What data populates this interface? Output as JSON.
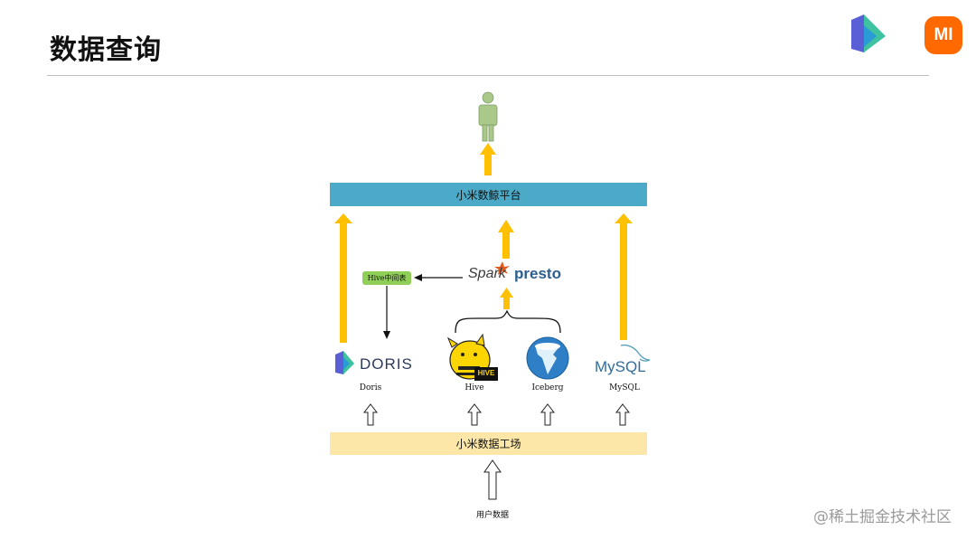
{
  "header": {
    "title": "数据查询",
    "xiaomi_logo_text": "MI"
  },
  "diagram": {
    "platform_bar": "小米数鲸平台",
    "factory_bar": "小米数据工场",
    "intermediate_badge": "Hive中间表",
    "engines": {
      "spark": "Spark",
      "presto": "presto"
    },
    "logos": {
      "doris": "DORIS",
      "hive": "HIVE",
      "mysql_my": "MySQL"
    },
    "sources": [
      "Doris",
      "Hive",
      "Iceberg",
      "MySQL"
    ],
    "user_data": "用户数据"
  },
  "watermark": "@稀土掘金技术社区",
  "colors": {
    "platform": "#4baac8",
    "factory": "#fce6a8",
    "arrow": "#ffc000",
    "badge": "#8fcf58",
    "xiaomi": "#ff6900"
  }
}
